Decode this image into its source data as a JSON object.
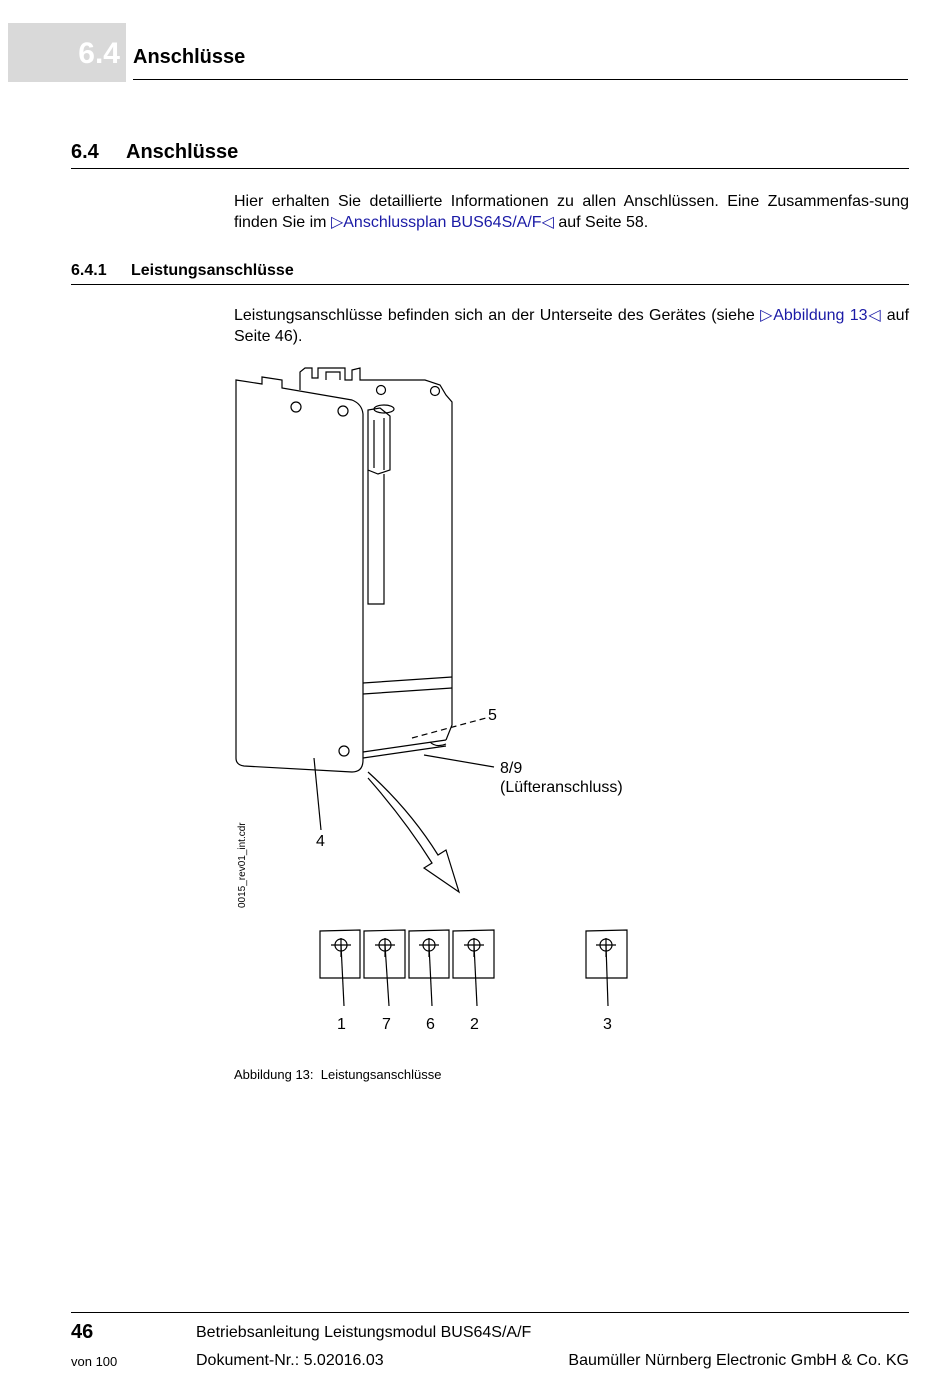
{
  "header": {
    "section_number": "6.4",
    "section_title": "Anschlüsse"
  },
  "section": {
    "number": "6.4",
    "title": "Anschlüsse"
  },
  "intro": {
    "text_before": "Hier erhalten Sie detaillierte Informationen zu allen Anschlüssen. Eine Zusammenfas-sung finden Sie im ",
    "link_text": "Anschlussplan BUS64S/A/F",
    "text_after": " auf Seite 58."
  },
  "subsection": {
    "number": "6.4.1",
    "title": "Leistungsanschlüsse"
  },
  "sub_para": {
    "text_before": "Leistungsanschlüsse befinden sich an der Unterseite des Gerätes (siehe ",
    "link_text": "Abbildung 13",
    "text_after": " auf Seite 46)."
  },
  "figure": {
    "file_label": "0015_rev01_int.cdr",
    "callouts": {
      "c5": "5",
      "c89": "8/9",
      "fan": "(Lüfteranschluss)",
      "c4": "4"
    },
    "terminal_labels": [
      "1",
      "7",
      "6",
      "2",
      "3"
    ],
    "caption_label": "Abbildung 13:",
    "caption_text": "Leistungsanschlüsse"
  },
  "footer": {
    "page": "46",
    "of_pages": "von 100",
    "doc_title": "Betriebsanleitung Leistungsmodul BUS64S/A/F",
    "doc_number": "Dokument-Nr.: 5.02016.03",
    "company": "Baumüller Nürnberg Electronic GmbH & Co. KG"
  }
}
